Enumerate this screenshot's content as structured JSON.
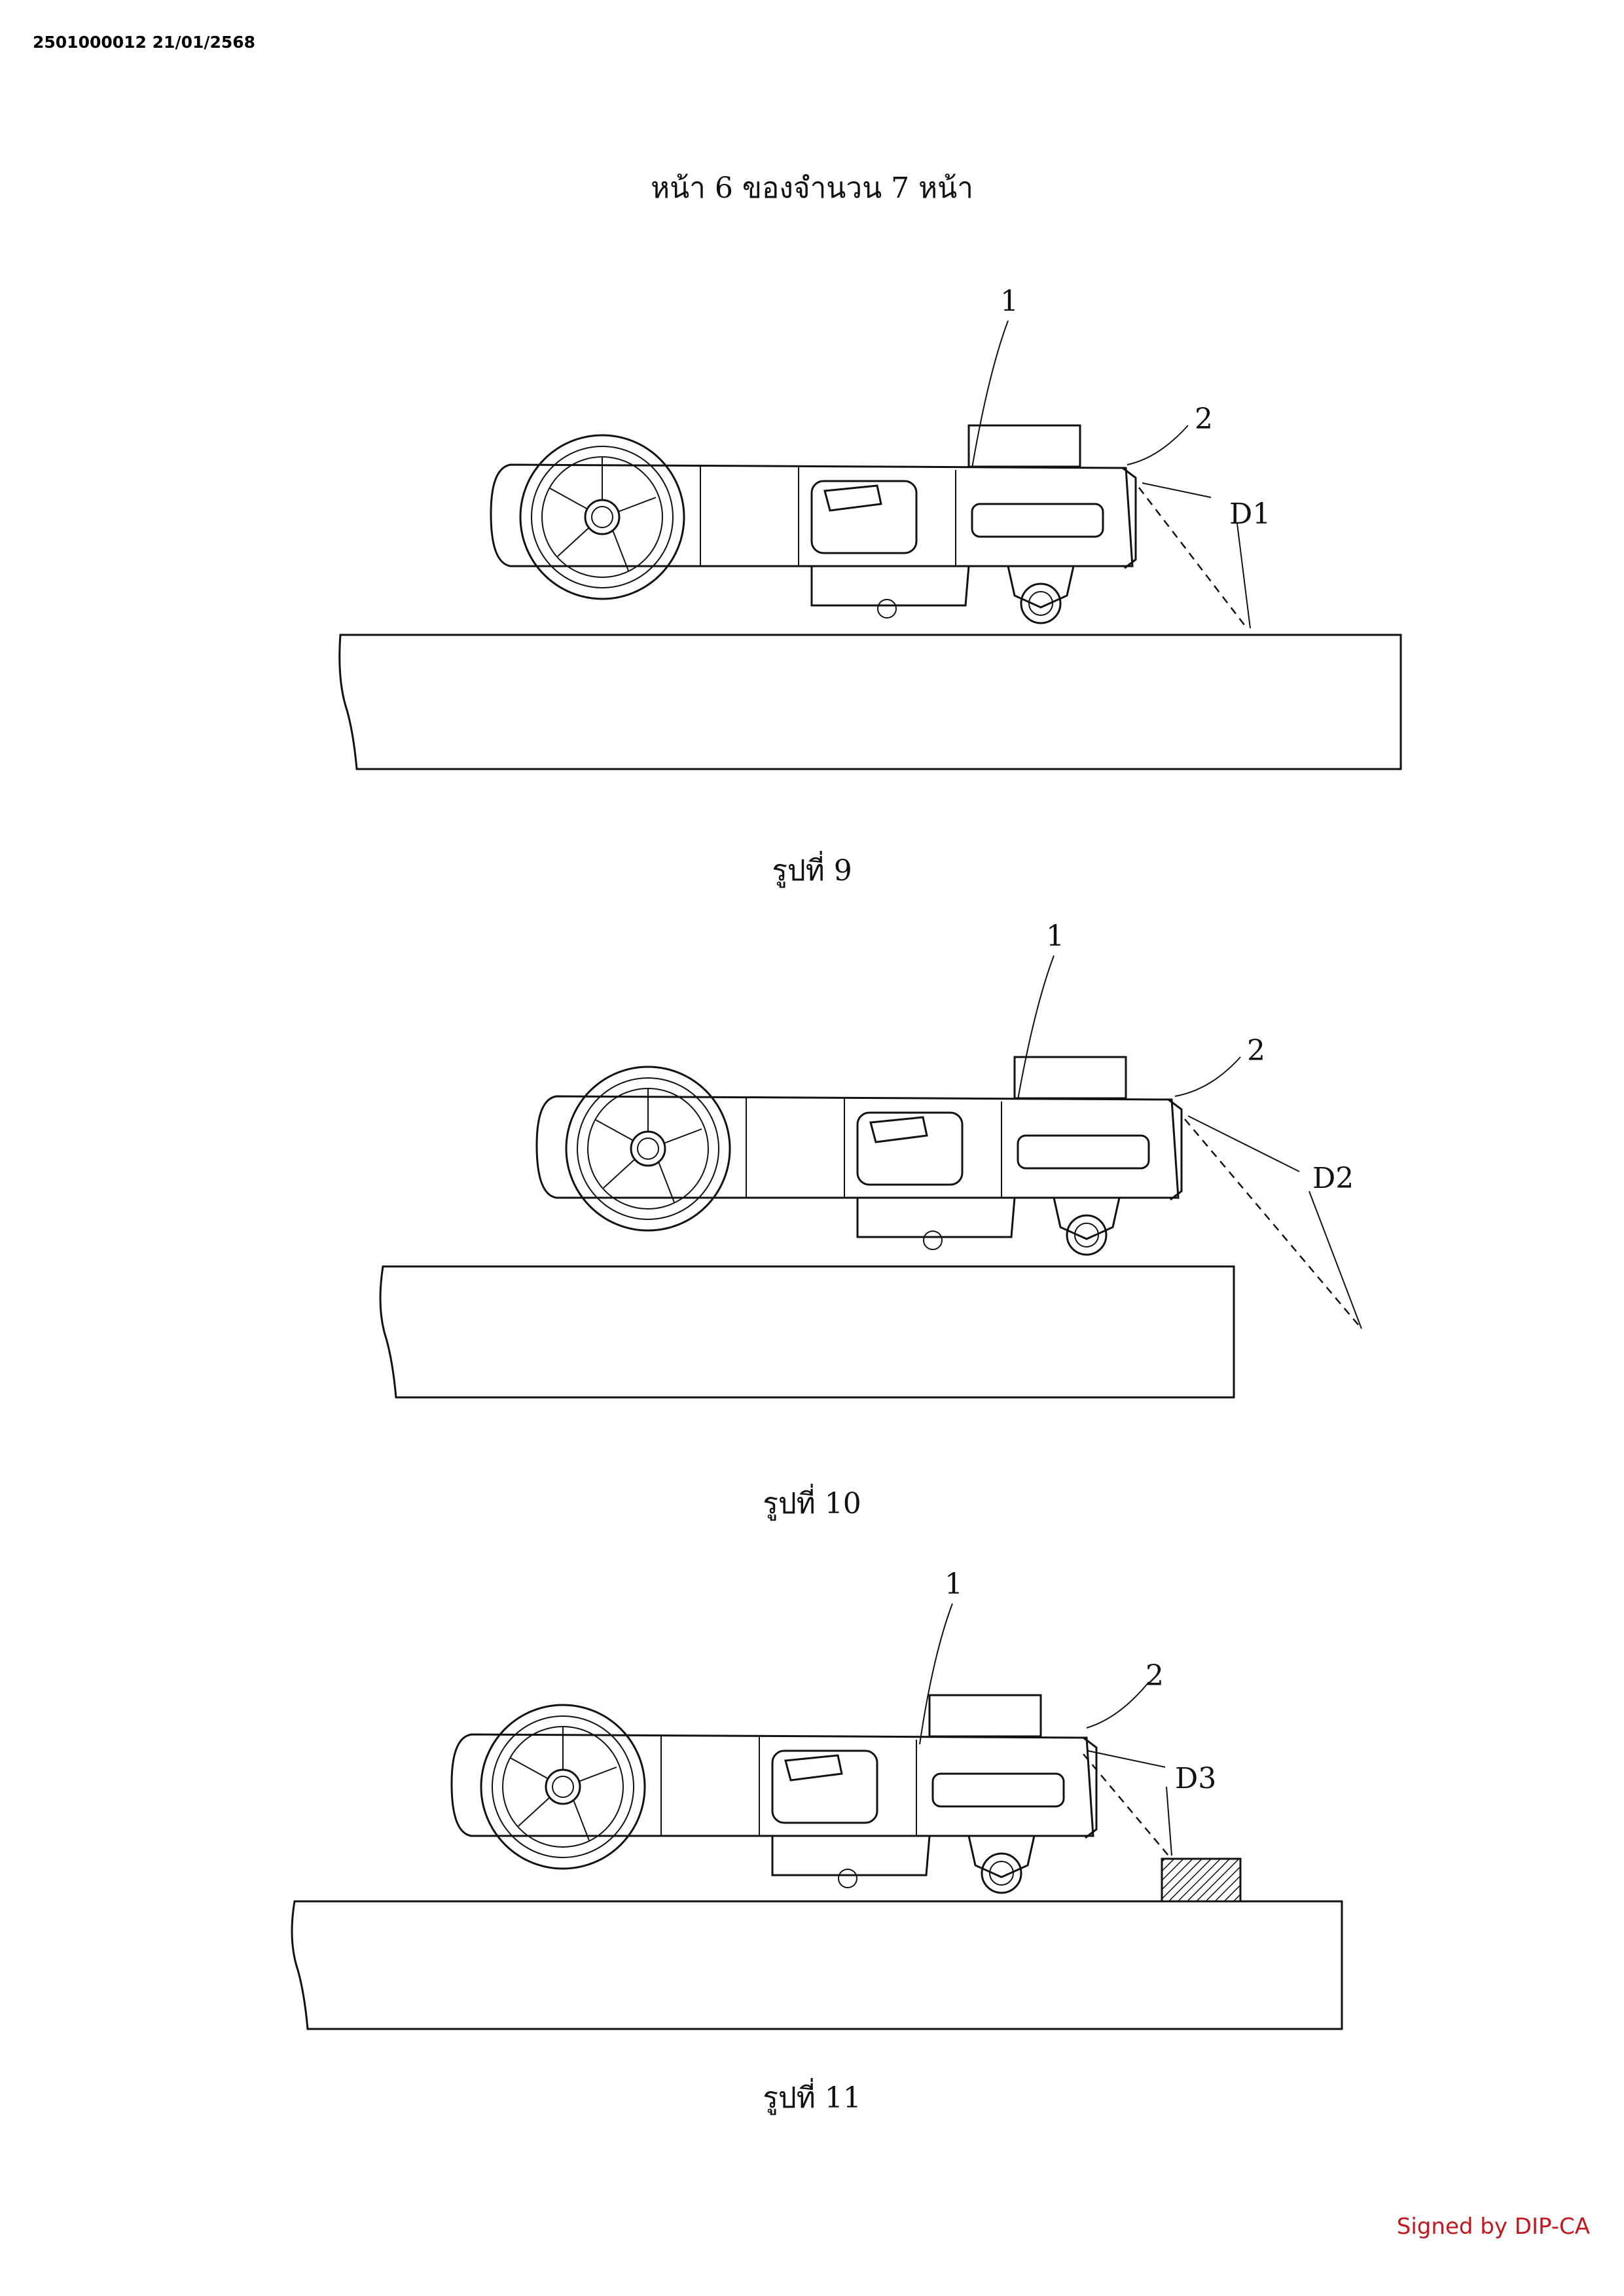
{
  "header": {
    "doc_id": "2501000012 21/01/2568",
    "page_label": "หน้า 6 ของจำนวน 7 หน้า"
  },
  "figures": [
    {
      "caption": "รูปที่ 9",
      "labels": {
        "robot": "1",
        "sensor": "2",
        "distance": "D1"
      }
    },
    {
      "caption": "รูปที่ 10",
      "labels": {
        "robot": "1",
        "sensor": "2",
        "distance": "D2"
      }
    },
    {
      "caption": "รูปที่ 11",
      "labels": {
        "robot": "1",
        "sensor": "2",
        "distance": "D3"
      }
    }
  ],
  "footer": {
    "signed": "Signed by DIP-CA"
  }
}
